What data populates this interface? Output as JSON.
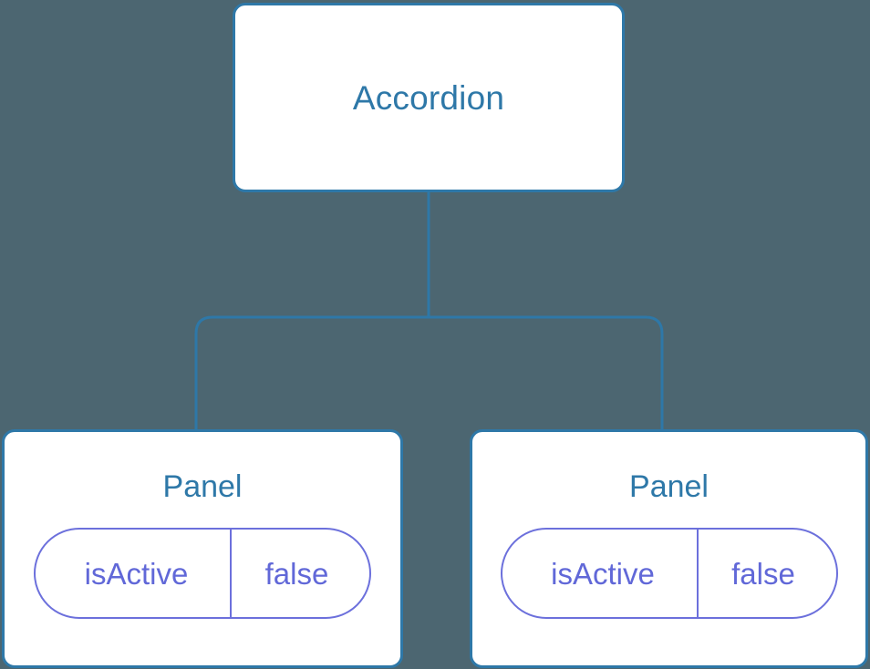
{
  "diagram": {
    "type": "component-tree",
    "background_color": "#4c6671",
    "node_border_color": "#2e78a8",
    "node_fill_color": "#ffffff",
    "node_label_color": "#2e78a8",
    "connector_color": "#2e78a8",
    "state_pill_color": "#6c70dc",
    "state_text_color": "#6168d8"
  },
  "root": {
    "label": "Accordion"
  },
  "children": [
    {
      "label": "Panel",
      "state": {
        "key": "isActive",
        "value": "false"
      }
    },
    {
      "label": "Panel",
      "state": {
        "key": "isActive",
        "value": "false"
      }
    }
  ]
}
